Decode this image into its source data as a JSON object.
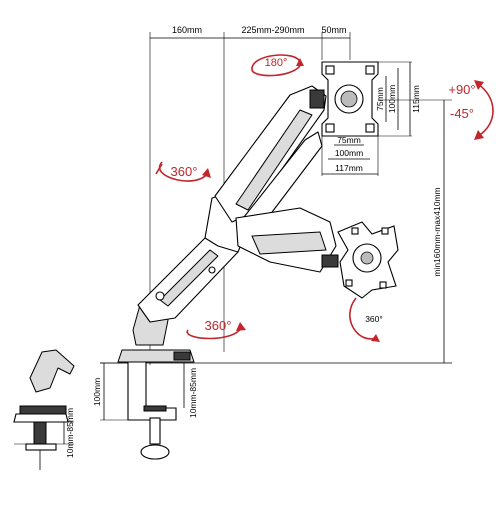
{
  "dimensions": {
    "top_left": "160mm",
    "top_middle": "225mm-290mm",
    "top_right": "50mm",
    "vesa_inner_h": "75mm",
    "vesa_outer_h": "100mm",
    "vesa_plate_h": "115mm",
    "vesa_inner_w": "75mm",
    "vesa_outer_w": "100mm",
    "vesa_plate_w": "117mm",
    "height_range": "min160mm-max410mm",
    "clamp_height": "100mm",
    "clamp_thickness": "10mm-85mm",
    "grommet_thickness": "10mm-85mm"
  },
  "rotations": {
    "plate_rotate": "180°",
    "arm_rotate_upper": "360°",
    "arm_rotate_lower": "360°",
    "screen_rotate": "360°",
    "tilt_up": "+90°",
    "tilt_down": "-45°"
  },
  "colors": {
    "accent": "#c0262c",
    "line": "#000000"
  }
}
